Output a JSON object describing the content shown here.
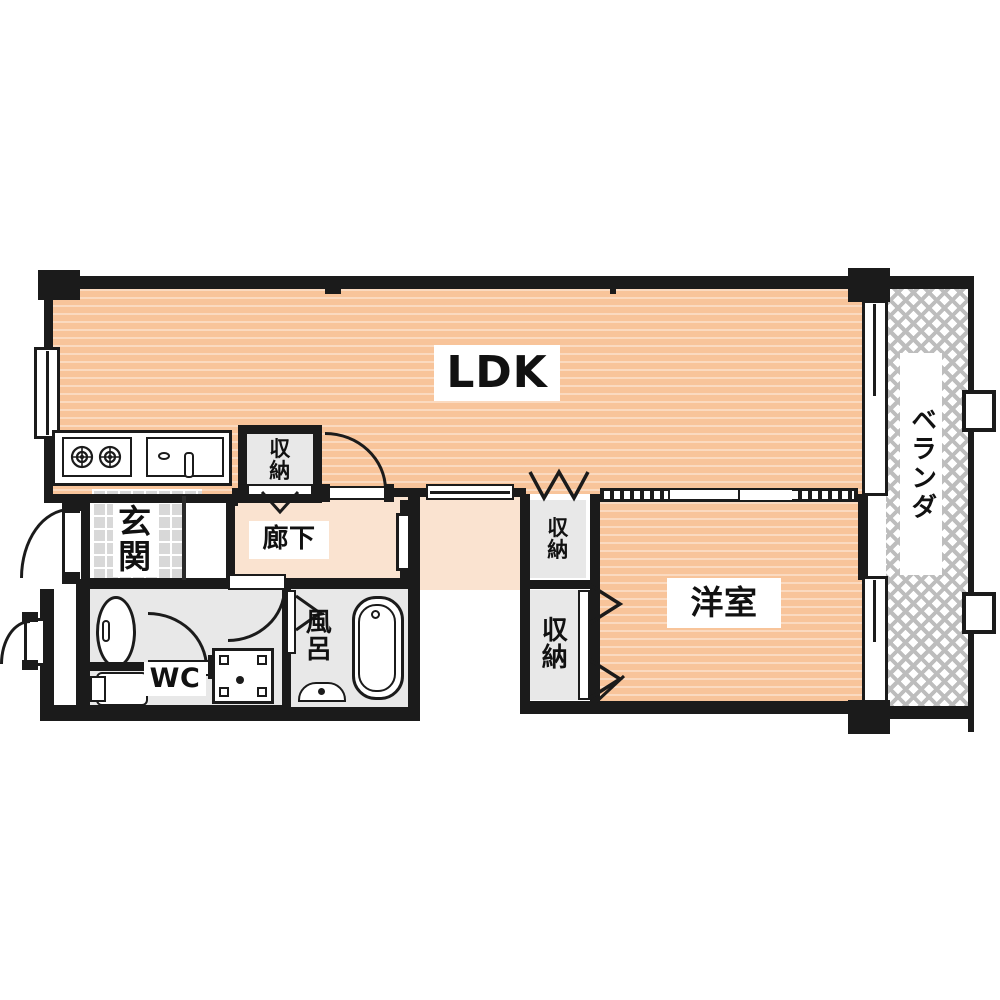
{
  "plan": {
    "type": "apartment-floor-plan",
    "layout_code": "1LDK",
    "background_color": "#ffffff",
    "wall_color": "#1b1b1b",
    "floor_color_living": "#f8c49a",
    "floor_color_hall": "#fae3d0",
    "floor_color_wet": "#e8e8e8",
    "veranda_hatch_color": "#bdbdbd"
  },
  "rooms": [
    {
      "id": "ldk",
      "label": "LDK",
      "orientation": "horizontal"
    },
    {
      "id": "genkan",
      "label": "玄\n関",
      "orientation": "horizontal"
    },
    {
      "id": "rouka",
      "label": "廊下",
      "orientation": "horizontal"
    },
    {
      "id": "wc",
      "label": "WC",
      "orientation": "horizontal"
    },
    {
      "id": "furo",
      "label": "風\n呂",
      "orientation": "horizontal"
    },
    {
      "id": "washitsu",
      "label": "洋室",
      "orientation": "horizontal"
    },
    {
      "id": "veranda",
      "label": "ベランダ",
      "orientation": "vertical"
    }
  ],
  "storage": [
    {
      "id": "closet-hall",
      "label": "収\n納"
    },
    {
      "id": "closet-room-top",
      "label": "収\n納"
    },
    {
      "id": "closet-room-big",
      "label": "収\n納"
    }
  ],
  "fixtures": [
    {
      "id": "gas-stove",
      "name": "two-burner-gas-stove"
    },
    {
      "id": "kitchen-sink",
      "name": "kitchen-sink-with-faucet"
    },
    {
      "id": "bathtub",
      "name": "bathtub"
    },
    {
      "id": "toilet",
      "name": "toilet"
    },
    {
      "id": "washbasin",
      "name": "washbasin"
    },
    {
      "id": "washer-pan",
      "name": "washing-machine-pan"
    }
  ],
  "openings": [
    {
      "id": "entrance-door",
      "name": "entrance-swing-door"
    },
    {
      "id": "service-door",
      "name": "service-swing-door"
    },
    {
      "id": "wc-door",
      "name": "wc-swing-door"
    },
    {
      "id": "bath-door",
      "name": "bath-folding-door"
    },
    {
      "id": "hall-door",
      "name": "hall-swing-door"
    },
    {
      "id": "ldk-slide",
      "name": "ldk-sliding-door"
    },
    {
      "id": "room-partition",
      "name": "room-sliding-partition"
    },
    {
      "id": "veranda-upper",
      "name": "veranda-sliding-glass-door-upper"
    },
    {
      "id": "veranda-lower",
      "name": "veranda-sliding-glass-door-lower"
    },
    {
      "id": "ldk-window",
      "name": "ldk-west-window"
    }
  ]
}
